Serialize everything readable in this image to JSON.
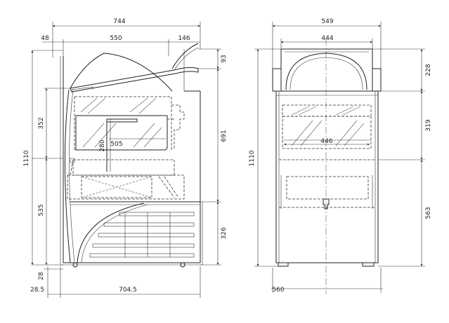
{
  "dimensions": {
    "side_overall_width": "744",
    "side_rear_offset": "48",
    "side_top_depth": "550",
    "side_front_projection": "146",
    "side_canopy_height": "93",
    "side_display_height": "352",
    "side_total_height": "1110",
    "side_cabinet_height": "691",
    "side_inner_height": "280",
    "side_inner_depth": "505",
    "side_base_height": "535",
    "side_lower_height": "326",
    "side_foot_height": "28",
    "side_rear_depth": "28.5",
    "side_base_depth": "704.5",
    "front_overall_width": "549",
    "front_inner_width": "444",
    "front_shelf_width": "446",
    "front_canopy_height": "228",
    "front_display_height": "319",
    "front_total_height": "1110",
    "front_lower_height": "563",
    "front_base_width": "560"
  }
}
